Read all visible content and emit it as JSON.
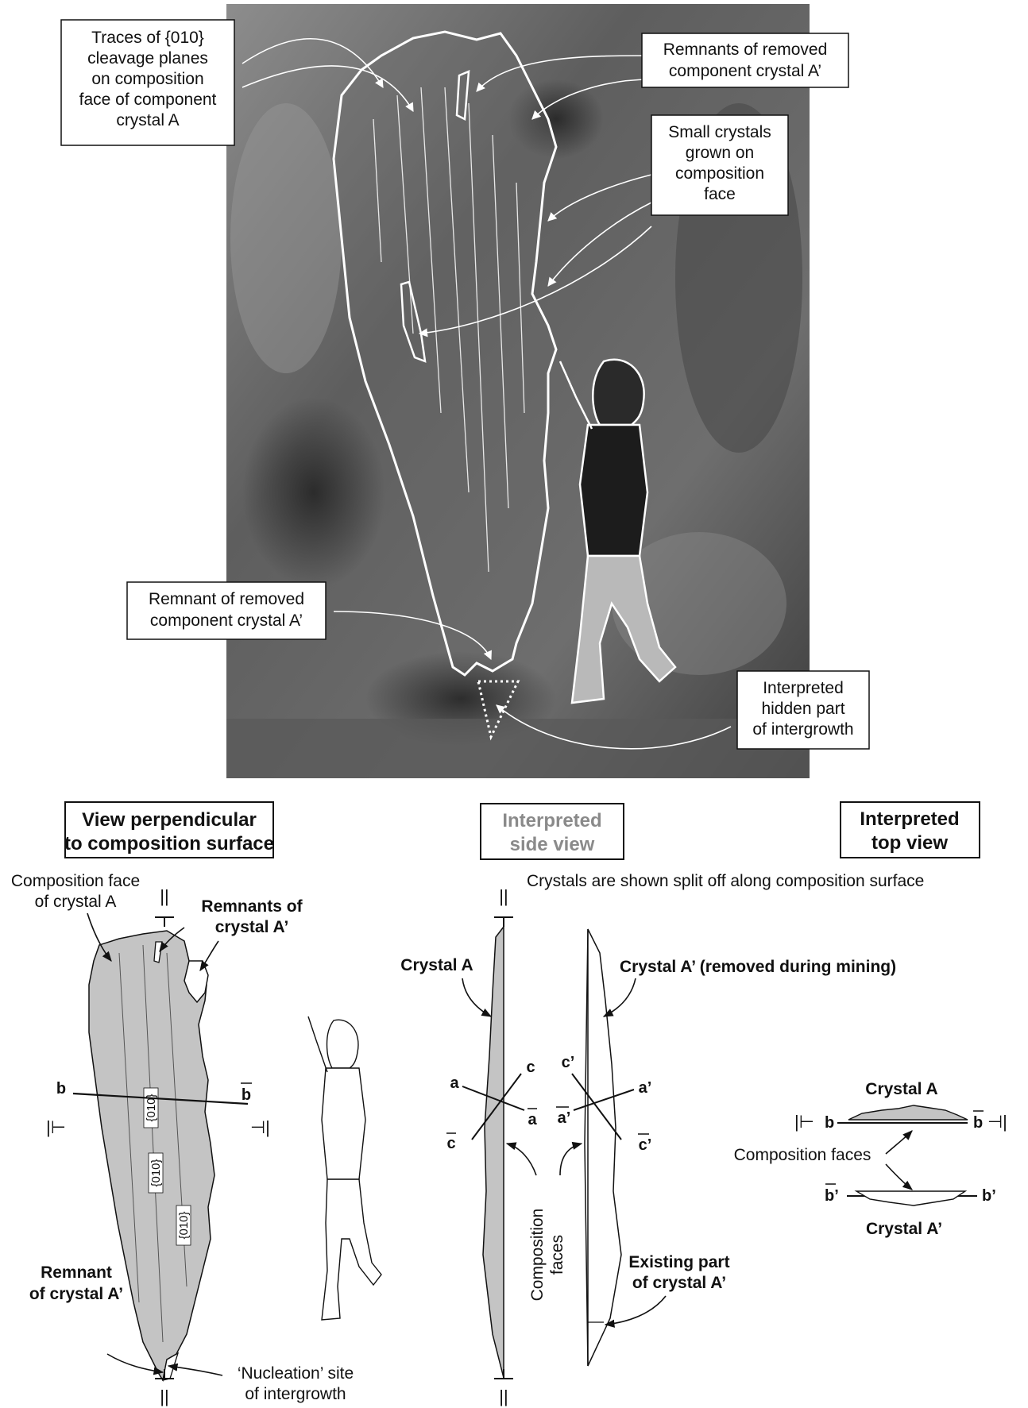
{
  "photo_callouts": {
    "traces_lines": [
      "Traces of {010}",
      "cleavage planes",
      "on composition",
      "face of component",
      "crystal A"
    ],
    "remnants_top_lines": [
      "Remnants of removed",
      "component crystal A’"
    ],
    "small_crystals_lines": [
      "Small crystals",
      "grown on",
      "composition",
      "face"
    ],
    "remnant_bottom_lines": [
      "Remnant of removed",
      "component crystal A’"
    ],
    "hidden_part_lines": [
      "Interpreted",
      "hidden part",
      "of intergrowth"
    ]
  },
  "left_panel": {
    "header_lines": [
      "View perpendicular",
      "to composition surface"
    ],
    "composition_face_lines": [
      "Composition face",
      "of crystal A"
    ],
    "remnants_lines": [
      "Remnants of",
      "crystal A’"
    ],
    "remnant_lines": [
      "Remnant",
      "of crystal A’"
    ],
    "nucleation_lines": [
      "‘Nucleation’ site",
      "of intergrowth"
    ],
    "cleavage_label": "{010}",
    "b_label": "b",
    "b_bar_label": "b",
    "section_mark_v": "||",
    "section_mark_h": "|⊢",
    "section_mark_h_right": "⊣|"
  },
  "middle_panel": {
    "header_lines": [
      "Interpreted",
      "side view"
    ],
    "split_note": "Crystals are shown split off along composition surface",
    "crystal_a_label": "Crystal A",
    "crystal_a_prime_label": "Crystal A’ (removed during mining)",
    "composition_faces_lines": [
      "Composition",
      "faces"
    ],
    "existing_part_lines": [
      "Existing part",
      "of crystal A’"
    ],
    "axes_a": [
      "a",
      "c",
      "a",
      "c"
    ],
    "axes_a_prime": [
      "c’",
      "a’",
      "a’",
      "c’"
    ]
  },
  "right_panel": {
    "header_lines": [
      "Interpreted",
      "top view"
    ],
    "crystal_a_label": "Crystal A",
    "crystal_a_prime_label": "Crystal A’",
    "composition_faces_label": "Composition faces",
    "b_label": "b",
    "b_bar_label": "b",
    "b_prime_label": "b’",
    "b_prime_bar_label": "b’"
  },
  "colors": {
    "crystal_fill": "#c4c4c4",
    "photo_dark": "#3a3a3a",
    "photo_mid": "#7a7a7a",
    "outline_white": "#ffffff"
  }
}
